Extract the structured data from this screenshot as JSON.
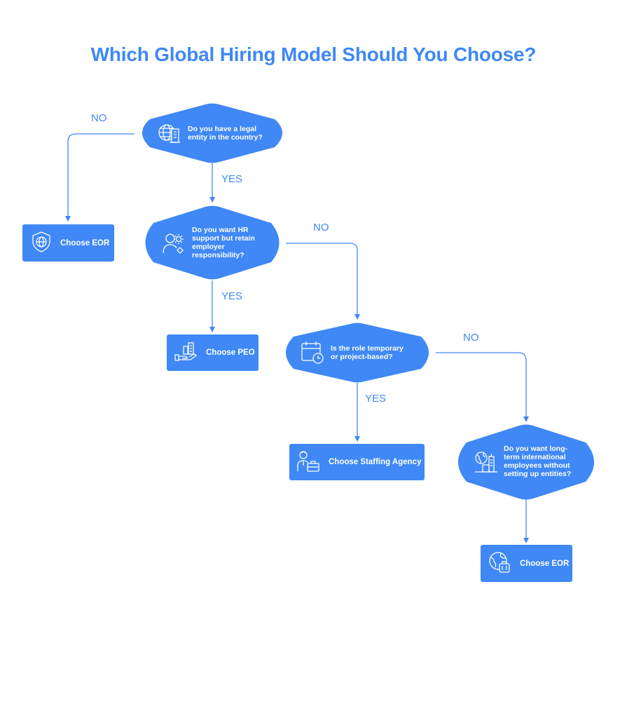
{
  "title": "Which Global Hiring Model Should You Choose?",
  "colors": {
    "primary": "#3f88f5",
    "text_on_primary": "#ffffff",
    "background": "#ffffff"
  },
  "nodes": {
    "q1": {
      "lines": [
        "Do you have a legal",
        "entity in the country?"
      ],
      "icon": "globe-building-icon"
    },
    "q2": {
      "lines": [
        "Do you want HR",
        "support but retain",
        "employer",
        "responsibility?"
      ],
      "icon": "person-gear-icon"
    },
    "q3": {
      "lines": [
        "Is the role temporary",
        "or project-based?"
      ],
      "icon": "calendar-clock-icon"
    },
    "q4": {
      "lines": [
        "Do you want long-",
        "term international",
        "employees without",
        "setting up entities?"
      ],
      "icon": "globe-city-icon"
    },
    "a1": {
      "label": "Choose EOR",
      "icon": "shield-globe-icon"
    },
    "a2": {
      "label": "Choose PEO",
      "icon": "hand-buildings-icon"
    },
    "a3": {
      "label": "Choose Staffing Agency",
      "icon": "worker-briefcase-icon"
    },
    "a4": {
      "label": "Choose EOR",
      "icon": "globe-luggage-icon"
    }
  },
  "edges": [
    {
      "from": "q1",
      "to": "a1",
      "label": "NO"
    },
    {
      "from": "q1",
      "to": "q2",
      "label": "YES"
    },
    {
      "from": "q2",
      "to": "q3",
      "label": "NO"
    },
    {
      "from": "q2",
      "to": "a2",
      "label": "YES"
    },
    {
      "from": "q3",
      "to": "q4",
      "label": "NO"
    },
    {
      "from": "q3",
      "to": "a3",
      "label": "YES"
    },
    {
      "from": "q4",
      "to": "a4",
      "label": ""
    }
  ]
}
